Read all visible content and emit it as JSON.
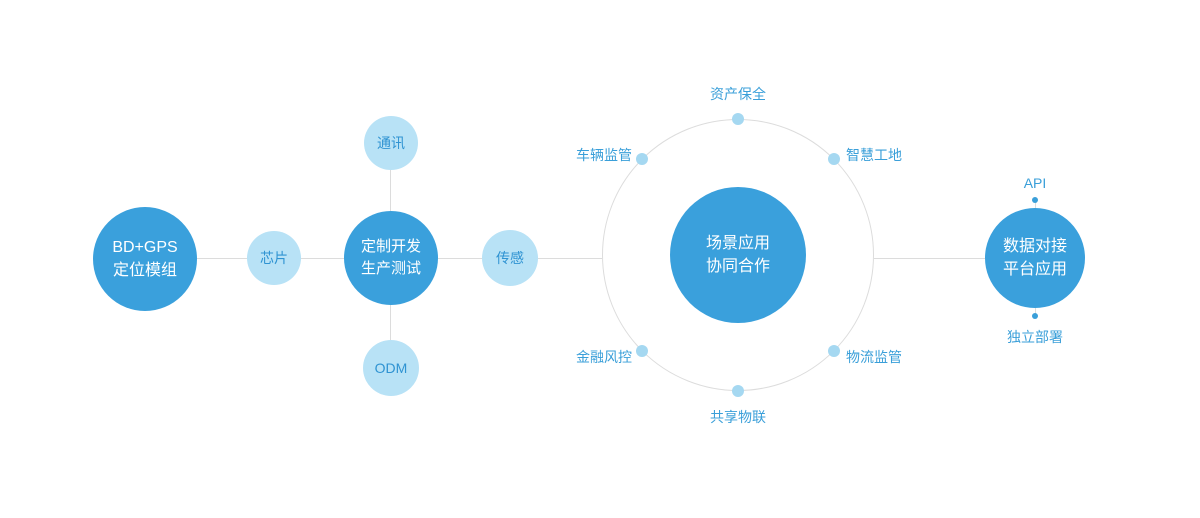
{
  "diagram_title": "IoT ecosystem flow diagram",
  "colors": {
    "primary_circle": "#3AA0DC",
    "light_circle": "#B8E2F6",
    "light_circle_text": "#2F93D2",
    "label_text": "#3A9FD9",
    "connector_line": "#DCDCDC",
    "ring_dot": "#A5D8F1",
    "small_dot": "#3A9FD9"
  },
  "nodes": {
    "module": {
      "line1": "BD+GPS",
      "line2": "定位模组"
    },
    "chip": {
      "label": "芯片"
    },
    "custom": {
      "line1": "定制开发",
      "line2": "生产测试"
    },
    "comm": {
      "label": "通讯"
    },
    "odm": {
      "label": "ODM"
    },
    "sensor": {
      "label": "传感"
    },
    "hub": {
      "line1": "场景应用",
      "line2": "协同合作"
    },
    "platform": {
      "line1": "数据对接",
      "line2": "平台应用"
    },
    "api": {
      "label": "API"
    },
    "deploy": {
      "label": "独立部署"
    }
  },
  "satellites": [
    {
      "label": "资产保全",
      "position": "top"
    },
    {
      "label": "车辆监管",
      "position": "upper-left"
    },
    {
      "label": "智慧工地",
      "position": "upper-right"
    },
    {
      "label": "金融风控",
      "position": "lower-left"
    },
    {
      "label": "物流监管",
      "position": "lower-right"
    },
    {
      "label": "共享物联",
      "position": "bottom"
    }
  ]
}
